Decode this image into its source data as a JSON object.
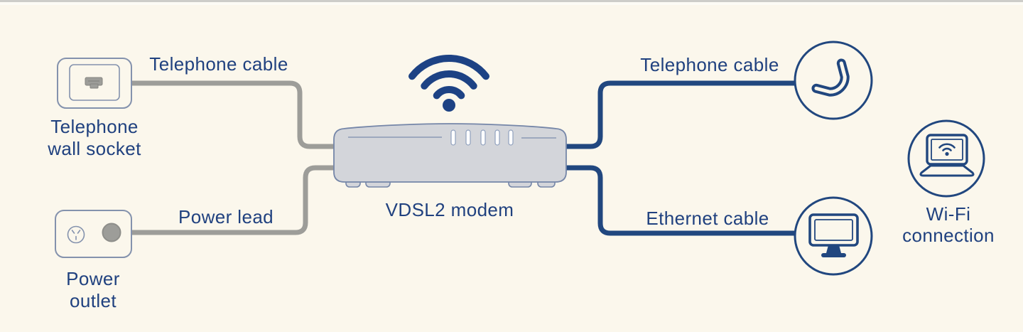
{
  "colors": {
    "background": "#fbf7ec",
    "navy": "#21477f",
    "text_navy": "#20417f",
    "cable_gray": "#9d9d99",
    "device_fill": "#d3d5da",
    "device_outline": "#7586a8",
    "outline_bluegray": "#8492ad"
  },
  "nodes": {
    "wall_socket": {
      "label_line1": "Telephone",
      "label_line2": "wall socket",
      "icon": "telephone-wall-socket-icon"
    },
    "power_outlet": {
      "label_line1": "Power",
      "label_line2": "outlet",
      "icon": "power-outlet-icon"
    },
    "modem": {
      "label": "VDSL2 modem",
      "icon": "modem-icon",
      "wifi_icon": "wifi-signal-icon",
      "led_count": 5
    },
    "phone": {
      "icon": "phone-handset-icon"
    },
    "computer": {
      "icon": "monitor-icon"
    },
    "wifi_device": {
      "label_line1": "Wi-Fi",
      "label_line2": "connection",
      "icon": "laptop-wifi-icon"
    }
  },
  "cables": {
    "telephone_left": {
      "label": "Telephone cable",
      "color": "#9d9d99"
    },
    "power_lead": {
      "label": "Power lead",
      "color": "#9d9d99"
    },
    "telephone_right": {
      "label": "Telephone cable",
      "color": "#21477f"
    },
    "ethernet": {
      "label": "Ethernet cable",
      "color": "#21477f"
    }
  }
}
